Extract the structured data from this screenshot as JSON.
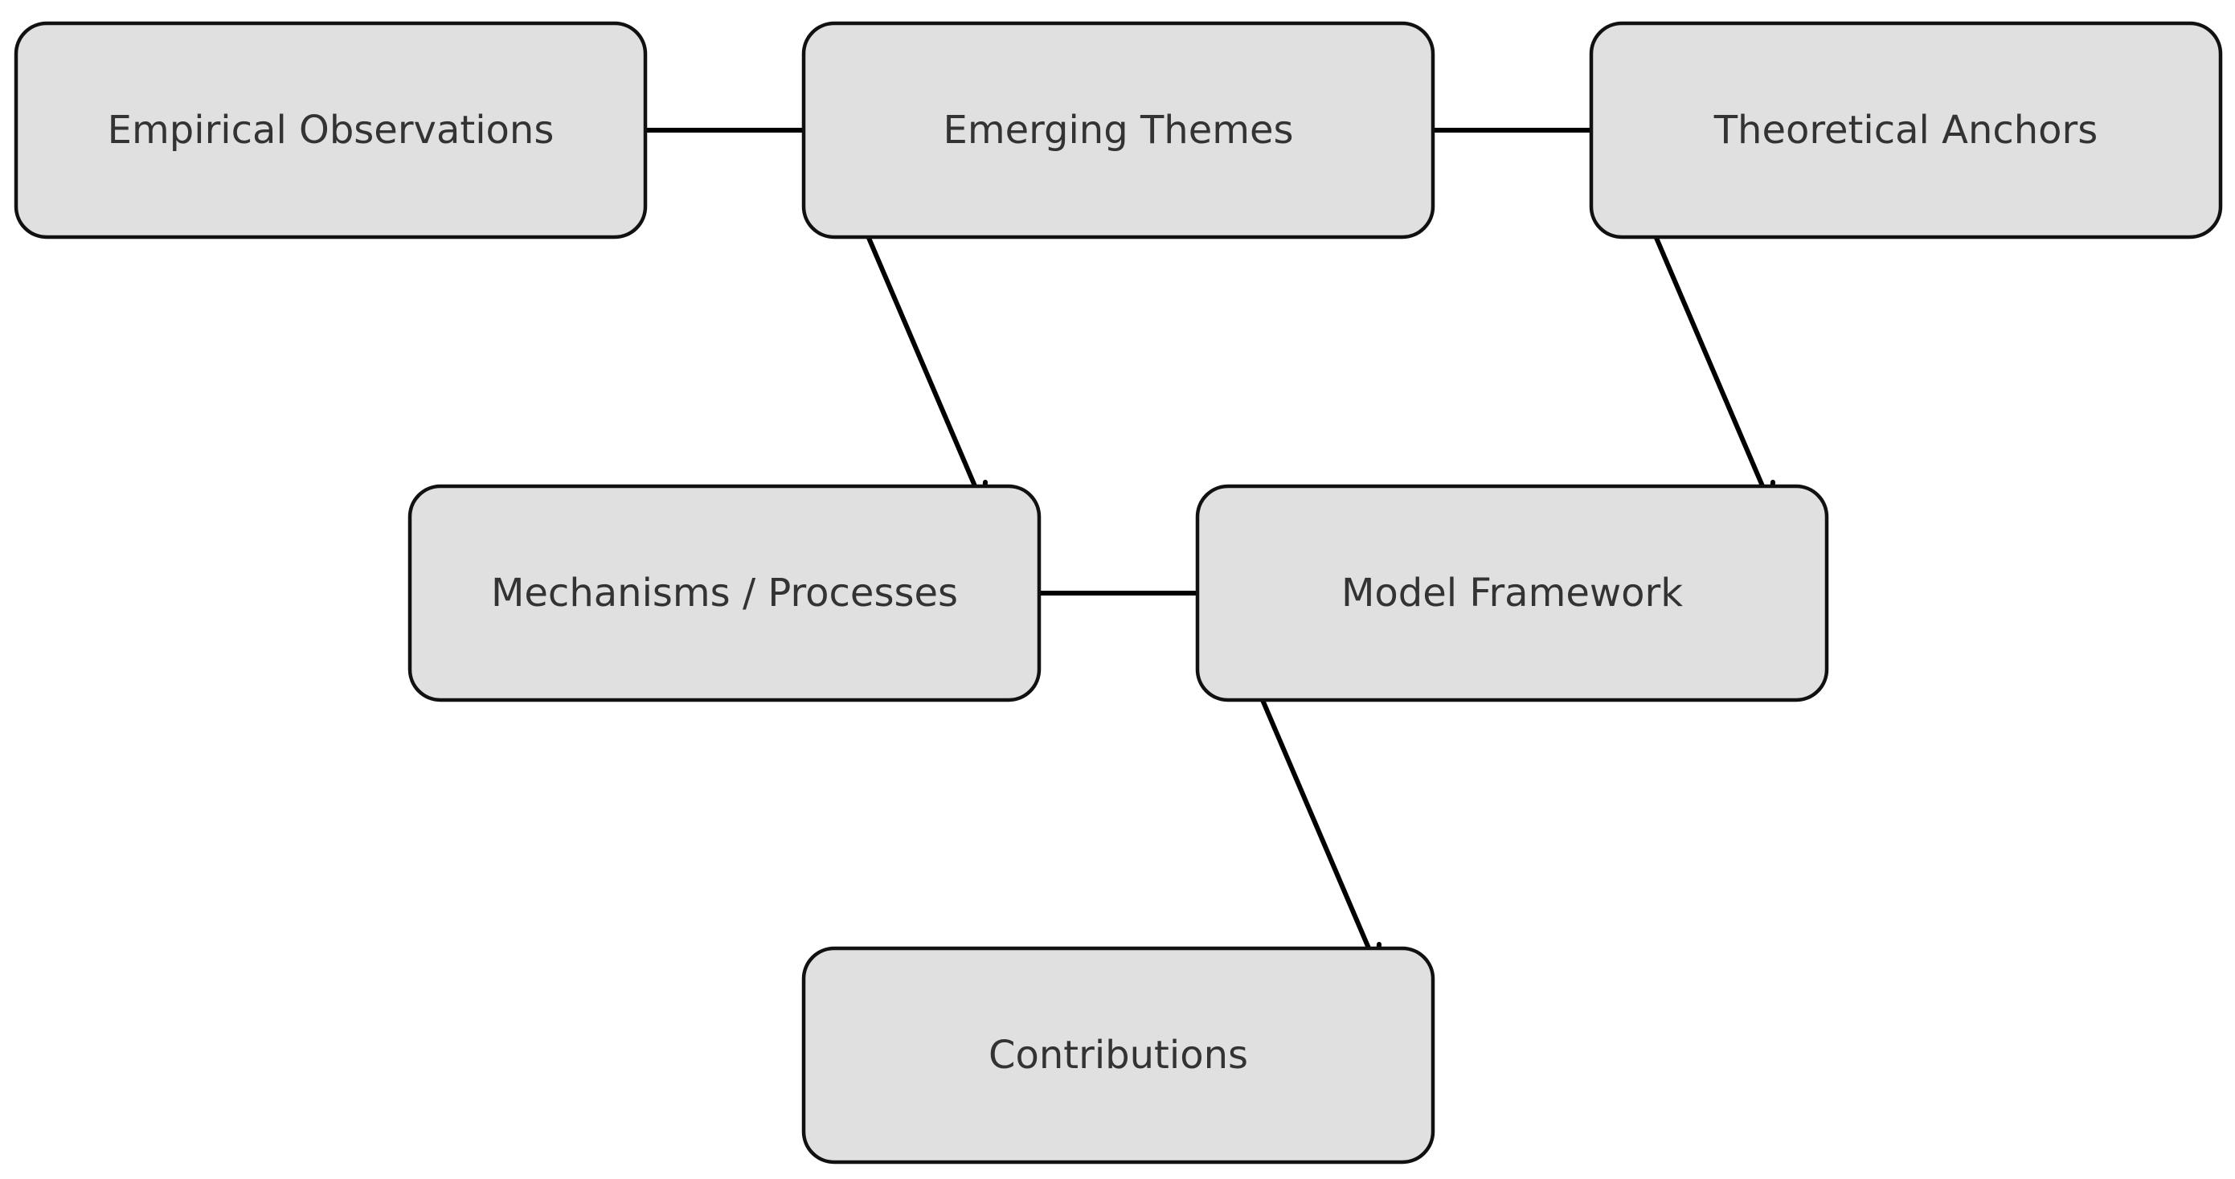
{
  "diagram": {
    "nodes": [
      {
        "id": "empirical_observations",
        "label": "Empirical Observations"
      },
      {
        "id": "emerging_themes",
        "label": "Emerging Themes"
      },
      {
        "id": "theoretical_anchors",
        "label": "Theoretical Anchors"
      },
      {
        "id": "mechanisms_processes",
        "label": "Mechanisms / Processes"
      },
      {
        "id": "model_framework",
        "label": "Model Framework"
      },
      {
        "id": "contributions",
        "label": "Contributions"
      }
    ],
    "edges": [
      {
        "from": "empirical_observations",
        "to": "emerging_themes"
      },
      {
        "from": "emerging_themes",
        "to": "theoretical_anchors"
      },
      {
        "from": "emerging_themes",
        "to": "mechanisms_processes"
      },
      {
        "from": "theoretical_anchors",
        "to": "model_framework"
      },
      {
        "from": "mechanisms_processes",
        "to": "model_framework"
      },
      {
        "from": "model_framework",
        "to": "contributions"
      }
    ],
    "colors": {
      "node_fill": "#e0e0e0",
      "node_stroke": "#111111",
      "text": "#333333",
      "arrow": "#000000"
    }
  }
}
